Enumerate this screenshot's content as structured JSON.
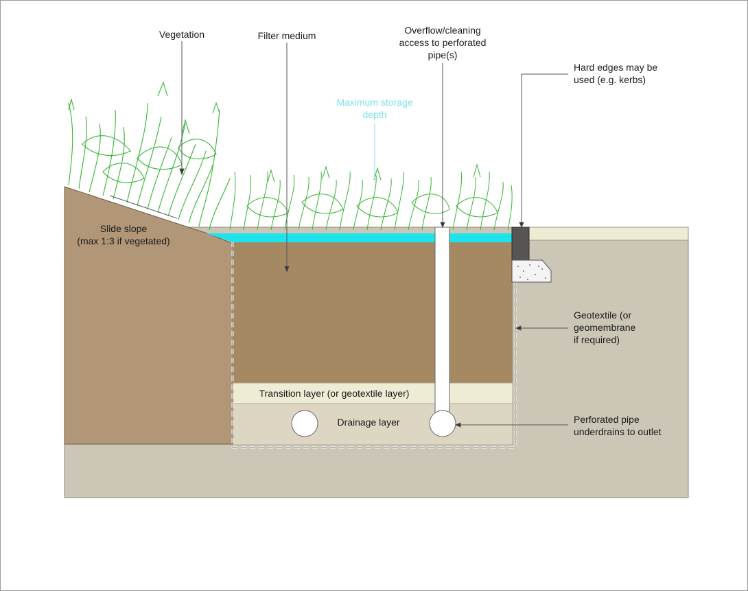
{
  "labels": {
    "vegetation": "Vegetation",
    "filter_medium": "Filter medium",
    "overflow_1": "Overflow/cleaning",
    "overflow_2": "access to perforated",
    "overflow_3": "pipe(s)",
    "hard_edges_1": "Hard edges may be",
    "hard_edges_2": "used (e.g. kerbs)",
    "max_storage_1": "Maximum storage",
    "max_storage_2": "depth",
    "slide_slope_1": "Slide slope",
    "slide_slope_2": "(max 1:3 if vegetated)",
    "geotextile_1": "Geotextile (or",
    "geotextile_2": "geomembrane",
    "geotextile_3": "if required)",
    "transition_layer": "Transition layer (or geotextile layer)",
    "drainage_layer": "Drainage layer",
    "perforated_pipe_1": "Perforated pipe",
    "perforated_pipe_2": "underdrains to outlet"
  },
  "colors": {
    "soil": "#b19777",
    "filter": "#a58962",
    "ground": "#cbc6b5",
    "transition": "#efecd6",
    "drainage": "#ddd6c3",
    "water": "#1de3ec",
    "vegetation": "#35b531",
    "kerb": "#5a5555",
    "pavement": "#efecd6"
  }
}
